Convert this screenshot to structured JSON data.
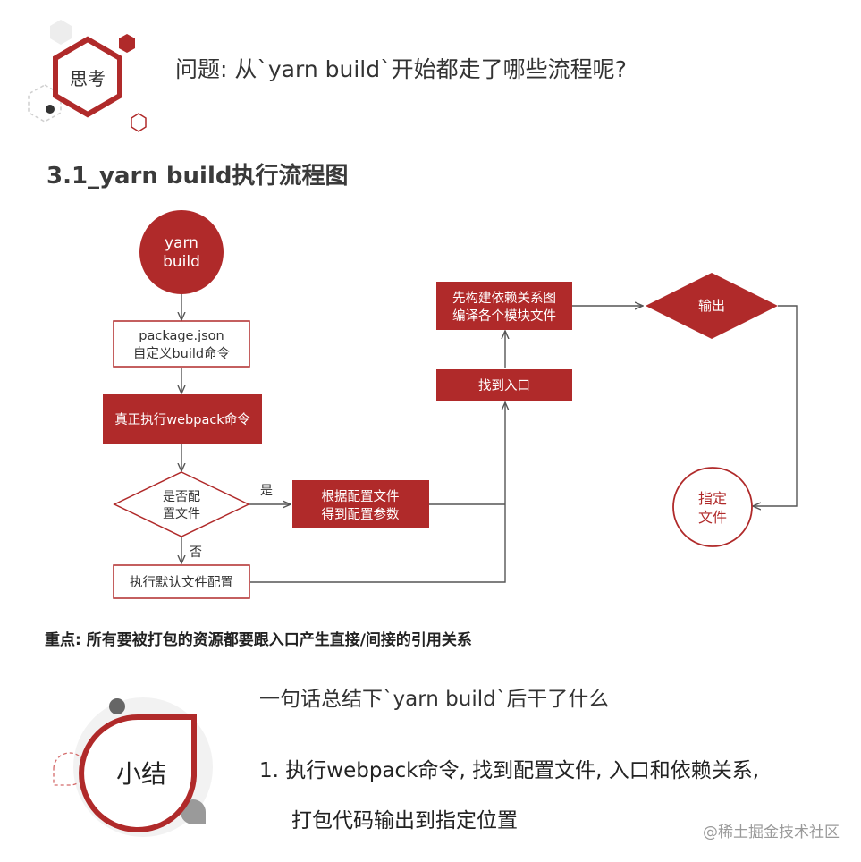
{
  "header": {
    "badge_think": "思考",
    "question": "问题: 从`yarn build`开始都走了哪些流程呢?"
  },
  "section": {
    "title": "3.1_yarn build执行流程图"
  },
  "flow": {
    "start_line1": "yarn",
    "start_line2": "build",
    "pkg_line1": "package.json",
    "pkg_line2": "自定义build命令",
    "exec_webpack": "真正执行webpack命令",
    "has_config_line1": "是否配",
    "has_config_line2": "置文件",
    "yes_label": "是",
    "no_label": "否",
    "by_config_line1": "根据配置文件",
    "by_config_line2": "得到配置参数",
    "default_config": "执行默认文件配置",
    "find_entry": "找到入口",
    "build_graph_line1": "先构建依赖关系图",
    "build_graph_line2": "编译各个模块文件",
    "output": "输出",
    "target_line1": "指定",
    "target_line2": "文件"
  },
  "key_point": "重点: 所有要被打包的资源都要跟入口产生直接/间接的引用关系",
  "summary": {
    "badge": "小结",
    "lead": "一句话总结下`yarn build`后干了什么",
    "item1": "1.  执行webpack命令, 找到配置文件, 入口和依赖关系,",
    "item1_cont": "打包代码输出到指定位置"
  },
  "watermark": "@稀土掘金技术社区",
  "colors": {
    "brand_red": "#b02a2a",
    "text_dark": "#333333",
    "line_gray": "#555555",
    "deco_gray": "#d0d0d0"
  }
}
